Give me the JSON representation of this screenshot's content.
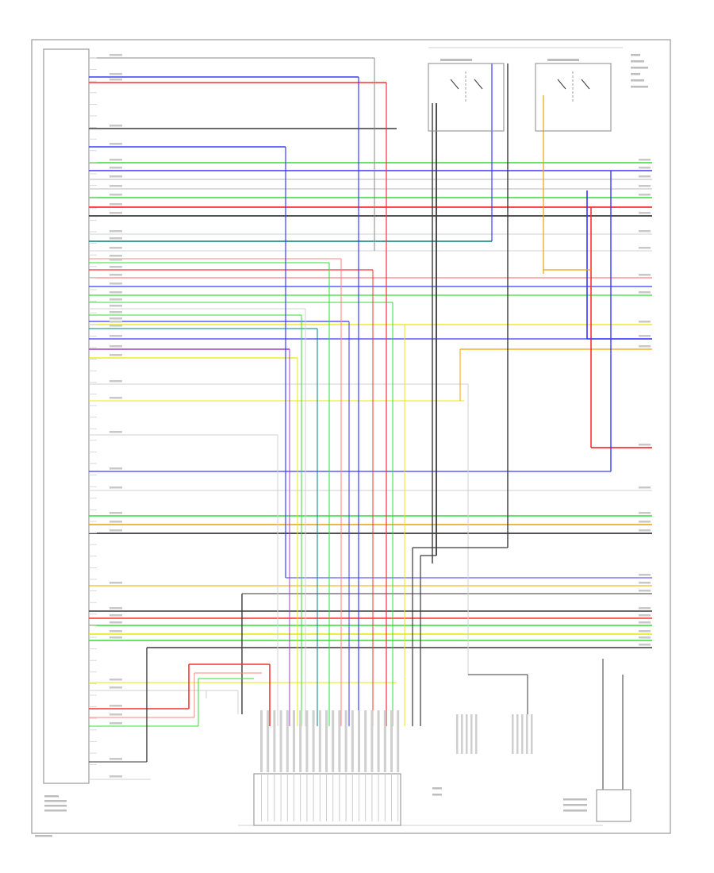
{
  "diagram": {
    "page_number": "",
    "ecu_label": "",
    "colors": {
      "frame": "#9a9a9a",
      "dark": "#3a3a3a",
      "gray": "#8a8a8a",
      "red": "#ff3030",
      "blue": "#3a3aff",
      "green": "#33dd33",
      "yellow": "#e8e800",
      "orange": "#f0a000",
      "pink": "#ff8080",
      "teal": "#008080",
      "purple": "#a040c0",
      "light": "#d0d0d0"
    },
    "components": [
      {
        "id": "main-relay-1",
        "icon": "relay-switch-icon"
      },
      {
        "id": "main-relay-2",
        "icon": "relay-switch-icon"
      },
      {
        "id": "bottom-connector",
        "icon": "connector-icon"
      },
      {
        "id": "ground-sensor",
        "icon": "sensor-box-icon"
      }
    ]
  }
}
